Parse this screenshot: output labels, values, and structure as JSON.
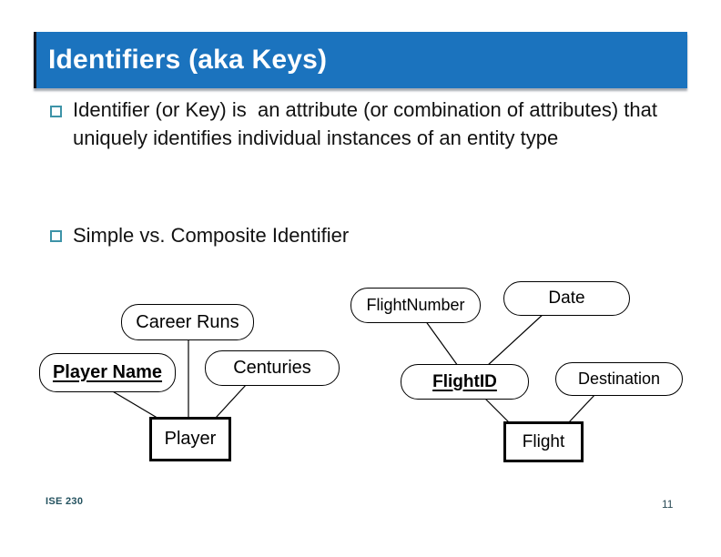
{
  "slide": {
    "title": "Identifiers (aka Keys)",
    "bullets": [
      "Identifier (or Key) is  an attribute (or combination of attributes) that uniquely identifies individual instances of an entity type",
      "Simple vs. Composite Identifier"
    ],
    "footer_course": "ISE 230",
    "page_number": "11"
  },
  "diagram": {
    "type": "er-attribute-diagram",
    "nodes": {
      "career_runs": "Career Runs",
      "player_name": "Player Name",
      "centuries": "Centuries",
      "player": "Player",
      "flight_number": "FlightNumber",
      "date": "Date",
      "flight_id": "FlightID",
      "destination": "Destination",
      "flight": "Flight"
    },
    "identifiers_underlined": [
      "Player Name",
      "FlightID"
    ],
    "edges": [
      [
        "Career Runs",
        "Player"
      ],
      [
        "Player Name",
        "Player"
      ],
      [
        "Centuries",
        "Player"
      ],
      [
        "FlightNumber",
        "FlightID"
      ],
      [
        "Date",
        "FlightID"
      ],
      [
        "FlightID",
        "Flight"
      ],
      [
        "Destination",
        "Flight"
      ]
    ]
  },
  "colors": {
    "header_bg": "#1b73be",
    "header_text": "#ffffff",
    "bullet_square_border": "#3d93a8",
    "body_text": "#121212",
    "footer_text": "#24525f",
    "diagram_stroke": "#000000"
  }
}
